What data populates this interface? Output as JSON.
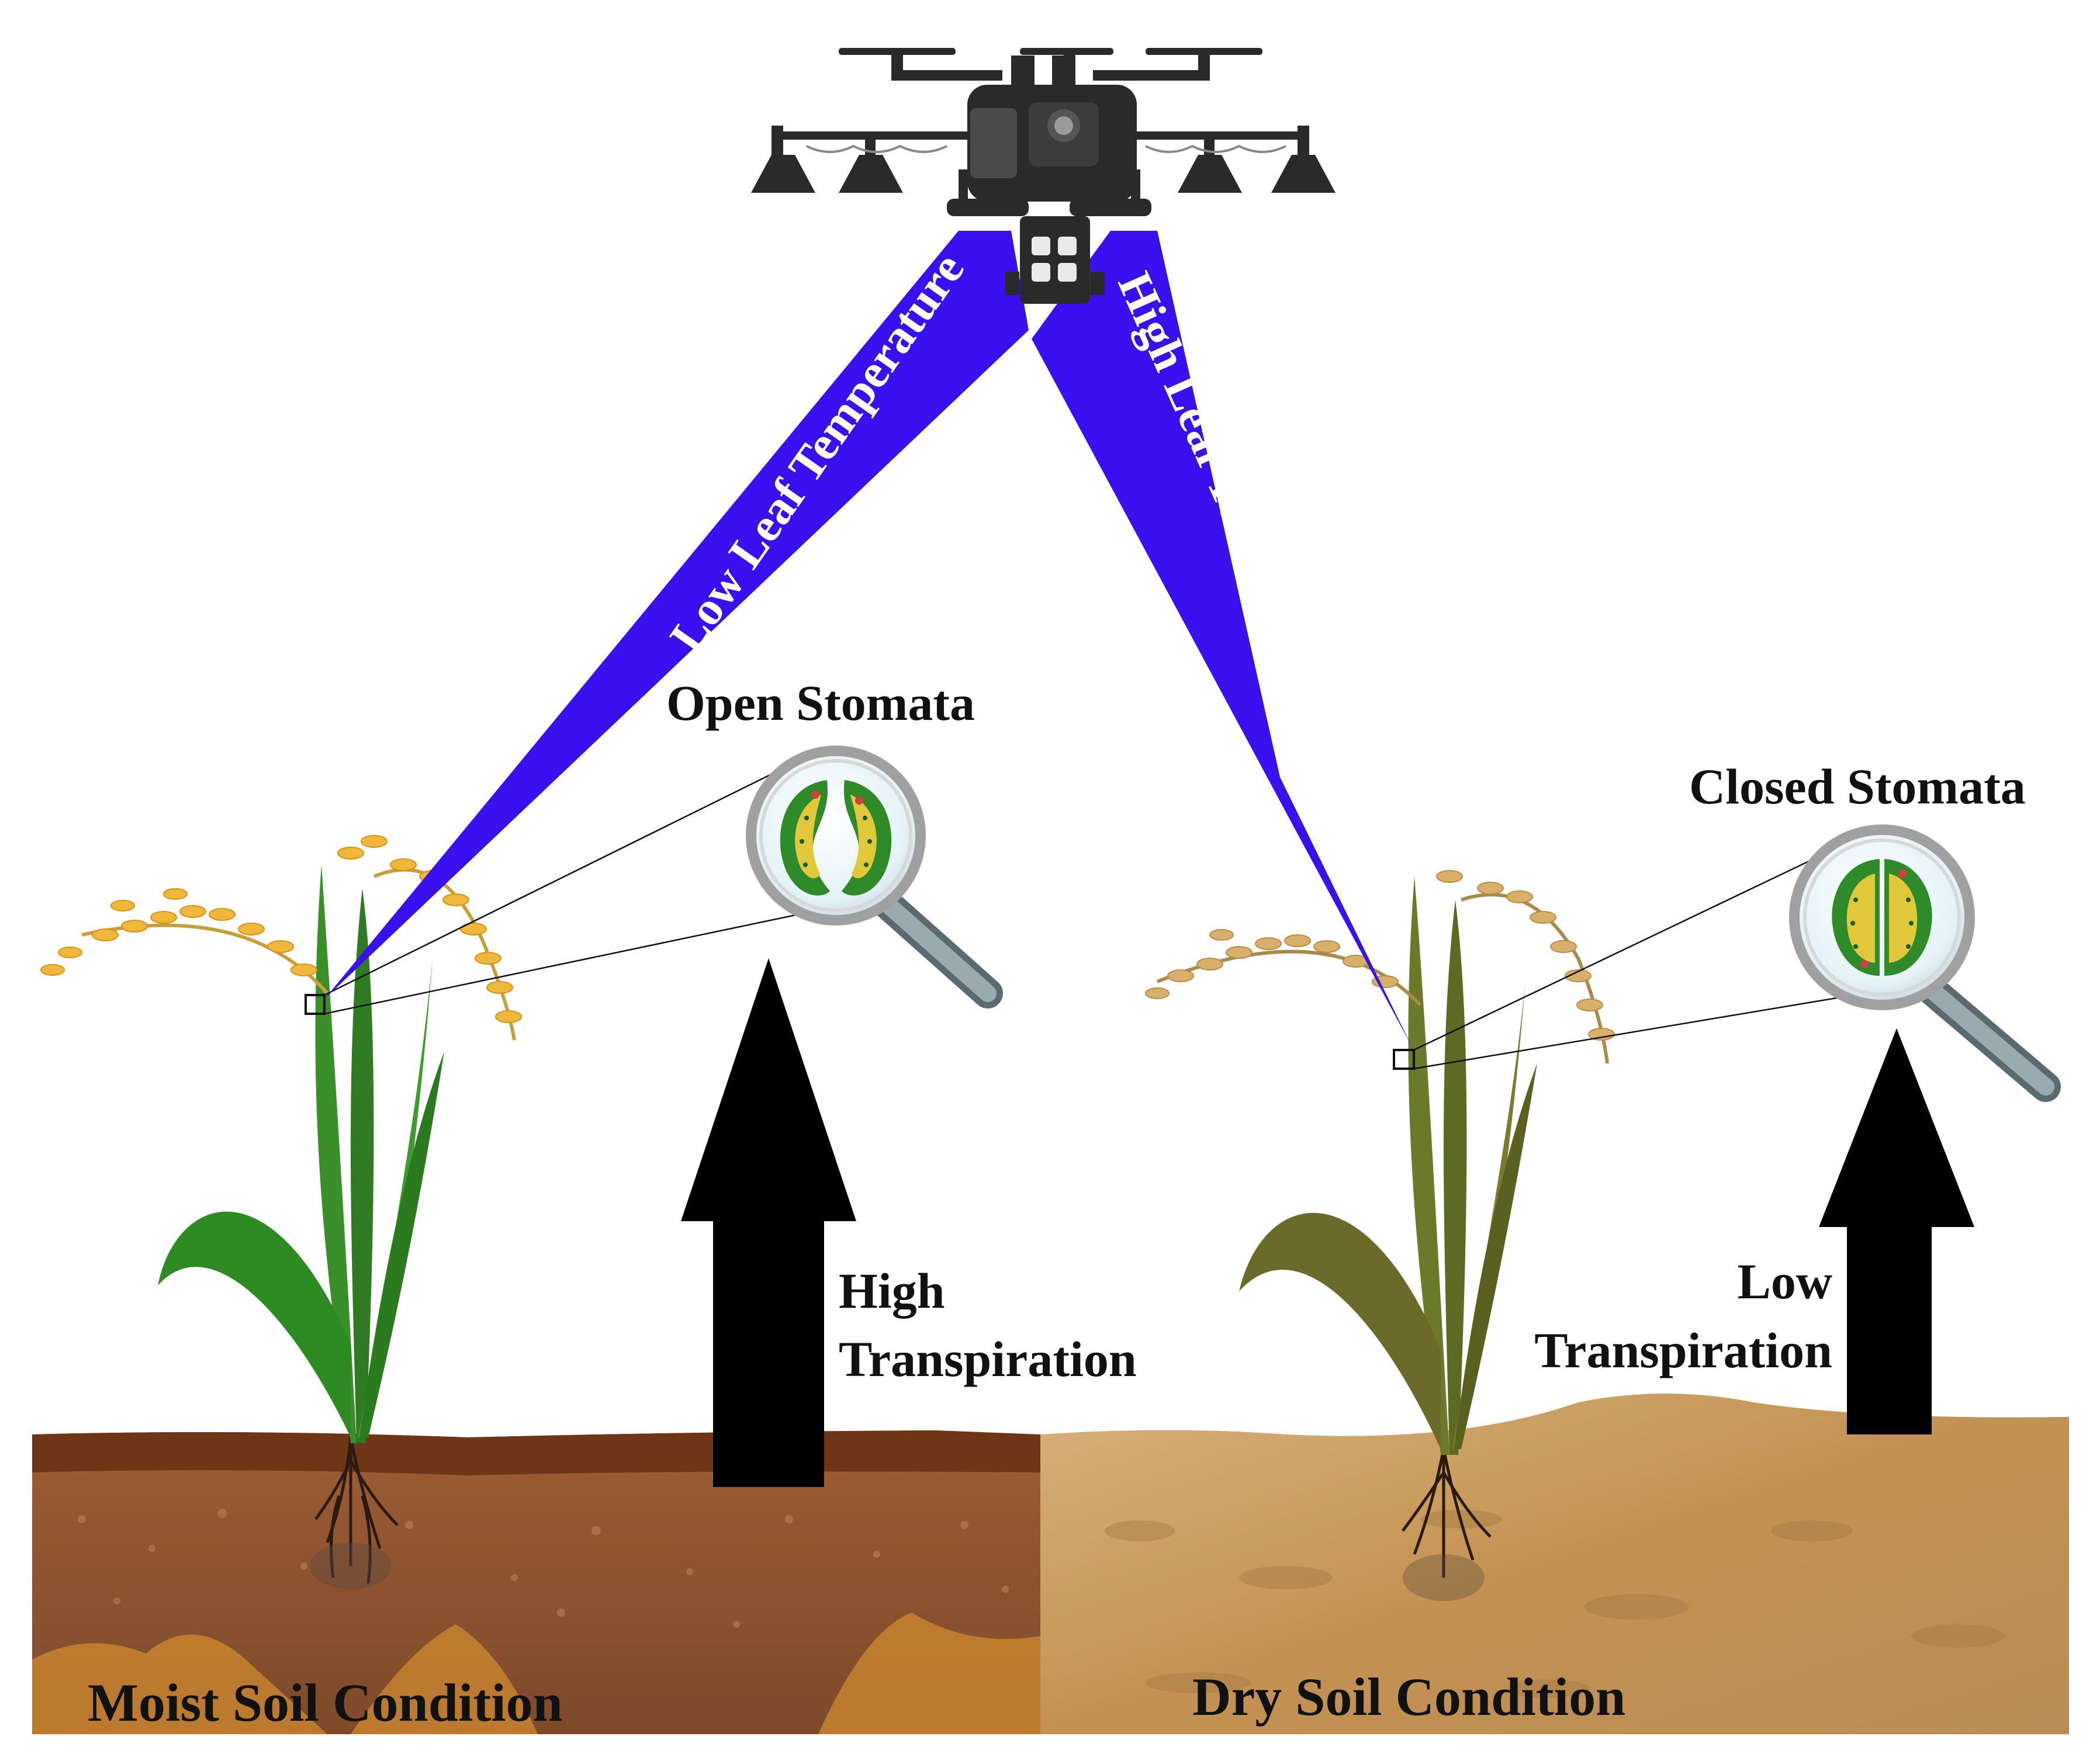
{
  "beams": {
    "left_label": "Low Leaf Temperature",
    "right_label": "High Leaf Temperature"
  },
  "stomata": {
    "open_label": "Open Stomata",
    "closed_label": "Closed Stomata"
  },
  "transpiration": {
    "high_line1": "High",
    "high_line2": "Transpiration",
    "low_line1": "Low",
    "low_line2": "Transpiration"
  },
  "soil": {
    "moist_label": "Moist Soil Condition",
    "dry_label": "Dry Soil Condition"
  },
  "colors": {
    "beam": "#3a10f0",
    "moist_soil": "#8a4f2c",
    "dry_soil": "#c9a062",
    "healthy_leaf": "#3d8f2a",
    "stressed_leaf": "#6b6a2a",
    "arrow": "#000000"
  },
  "icons": {
    "drone": "drone-icon",
    "magnifier": "magnifying-glass-icon",
    "stoma_open": "open-stoma-icon",
    "stoma_closed": "closed-stoma-icon"
  }
}
